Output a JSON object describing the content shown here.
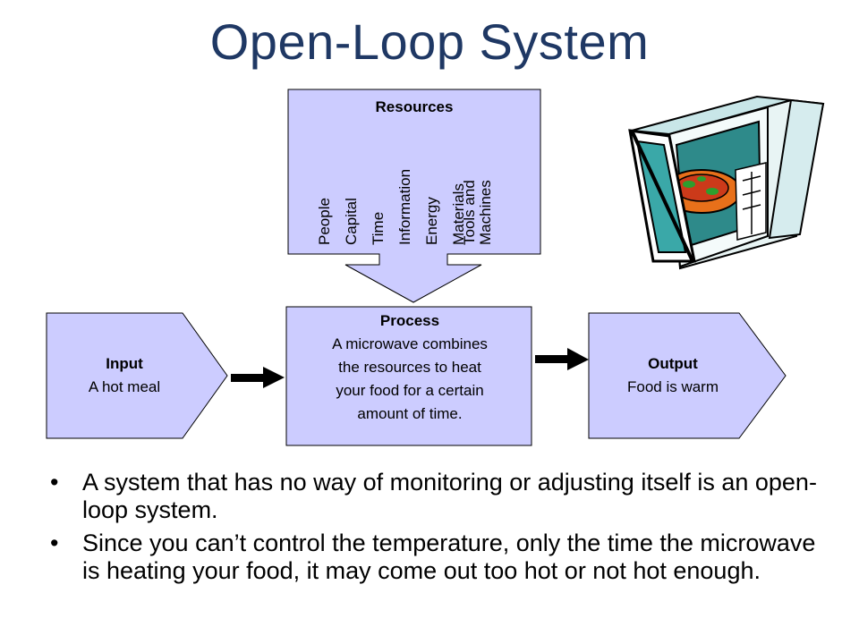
{
  "title": "Open-Loop System",
  "resources": {
    "title": "Resources",
    "items": [
      "People",
      "Capital",
      "Time",
      "Information",
      "Energy",
      "Materials",
      "Tools and\nMachines"
    ]
  },
  "process": {
    "title": "Process",
    "body": "A microwave combines\nthe resources to heat\nyour food for a certain\namount of time."
  },
  "input": {
    "title": "Input",
    "body": "A hot meal"
  },
  "output": {
    "title": "Output",
    "body": "Food is warm"
  },
  "bullets": [
    "A system that has no way of monitoring or adjusting itself is an open-loop system.",
    "Since you can’t control the temperature, only the time the microwave is heating your food, it may come out too hot or not hot enough."
  ],
  "icons": {
    "illustration": "microwave-icon"
  },
  "colors": {
    "box_fill": "#ccccff",
    "title": "#1f3864",
    "arrow": "#000000"
  }
}
